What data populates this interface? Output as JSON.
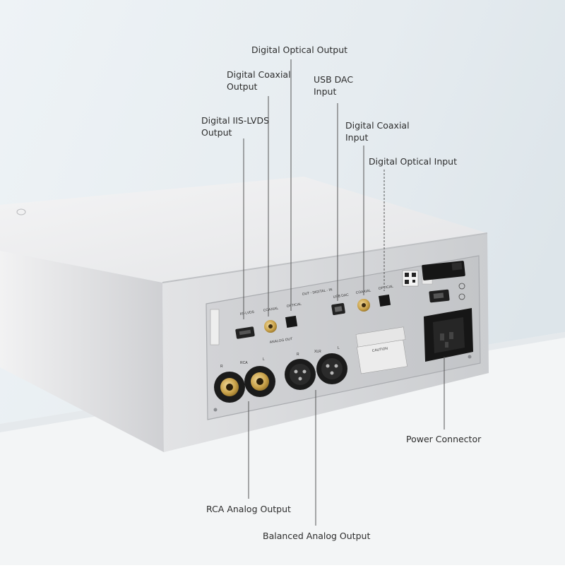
{
  "callouts": {
    "digital_optical_output": "Digital Optical Output",
    "digital_coaxial_output": "Digital Coaxial\nOutput",
    "usb_dac_input": "USB DAC\nInput",
    "digital_iis_lvds_output": "Digital IIS-LVDS\nOutput",
    "digital_coaxial_input": "Digital Coaxial\nInput",
    "digital_optical_input": "Digital Optical Input",
    "power_connector": "Power Connector",
    "rca_analog_output": "RCA Analog Output",
    "balanced_analog_output": "Balanced Analog Output"
  },
  "panel_labels": {
    "out_digital_in": "OUT - DIGITAL - IN",
    "iis_lvds": "IIS-LVDS",
    "coaxial_out": "COAXIAL",
    "optical_out": "OPTICAL",
    "usb_dac": "USB DAC",
    "coaxial_in": "COAXIAL",
    "optical_in": "OPTICAL",
    "analog_out": "ANALOG OUT",
    "rca_r": "R",
    "rca": "RCA",
    "rca_l": "L",
    "xlr_r": "R",
    "xlr": "XLR",
    "xlr_l": "L",
    "caution": "CAUTION"
  },
  "colors": {
    "background": "#e9eef2",
    "chassis": "#d9dadc",
    "panel": "#c9cbce",
    "connector_dark": "#1b1b1b",
    "gold": "#c9a24a"
  }
}
